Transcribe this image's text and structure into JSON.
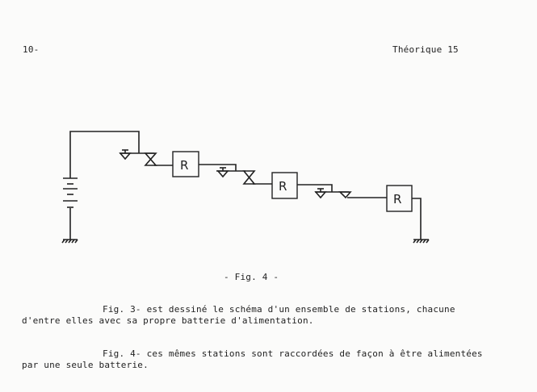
{
  "header": {
    "page_number": "10-",
    "section": "Théorique 15"
  },
  "figure": {
    "caption": "- Fig. 4 -",
    "station_labels": [
      "R",
      "R",
      "R"
    ]
  },
  "body": {
    "para1_line1": "Fig. 3- est dessiné le schéma d'un ensemble de stations, chacune",
    "para1_line2": "d'entre elles avec sa propre batterie d'alimentation.",
    "para2_line1": "Fig. 4- ces mêmes stations sont raccordées de façon à être alimentées",
    "para2_line2": "par une seule batterie."
  }
}
